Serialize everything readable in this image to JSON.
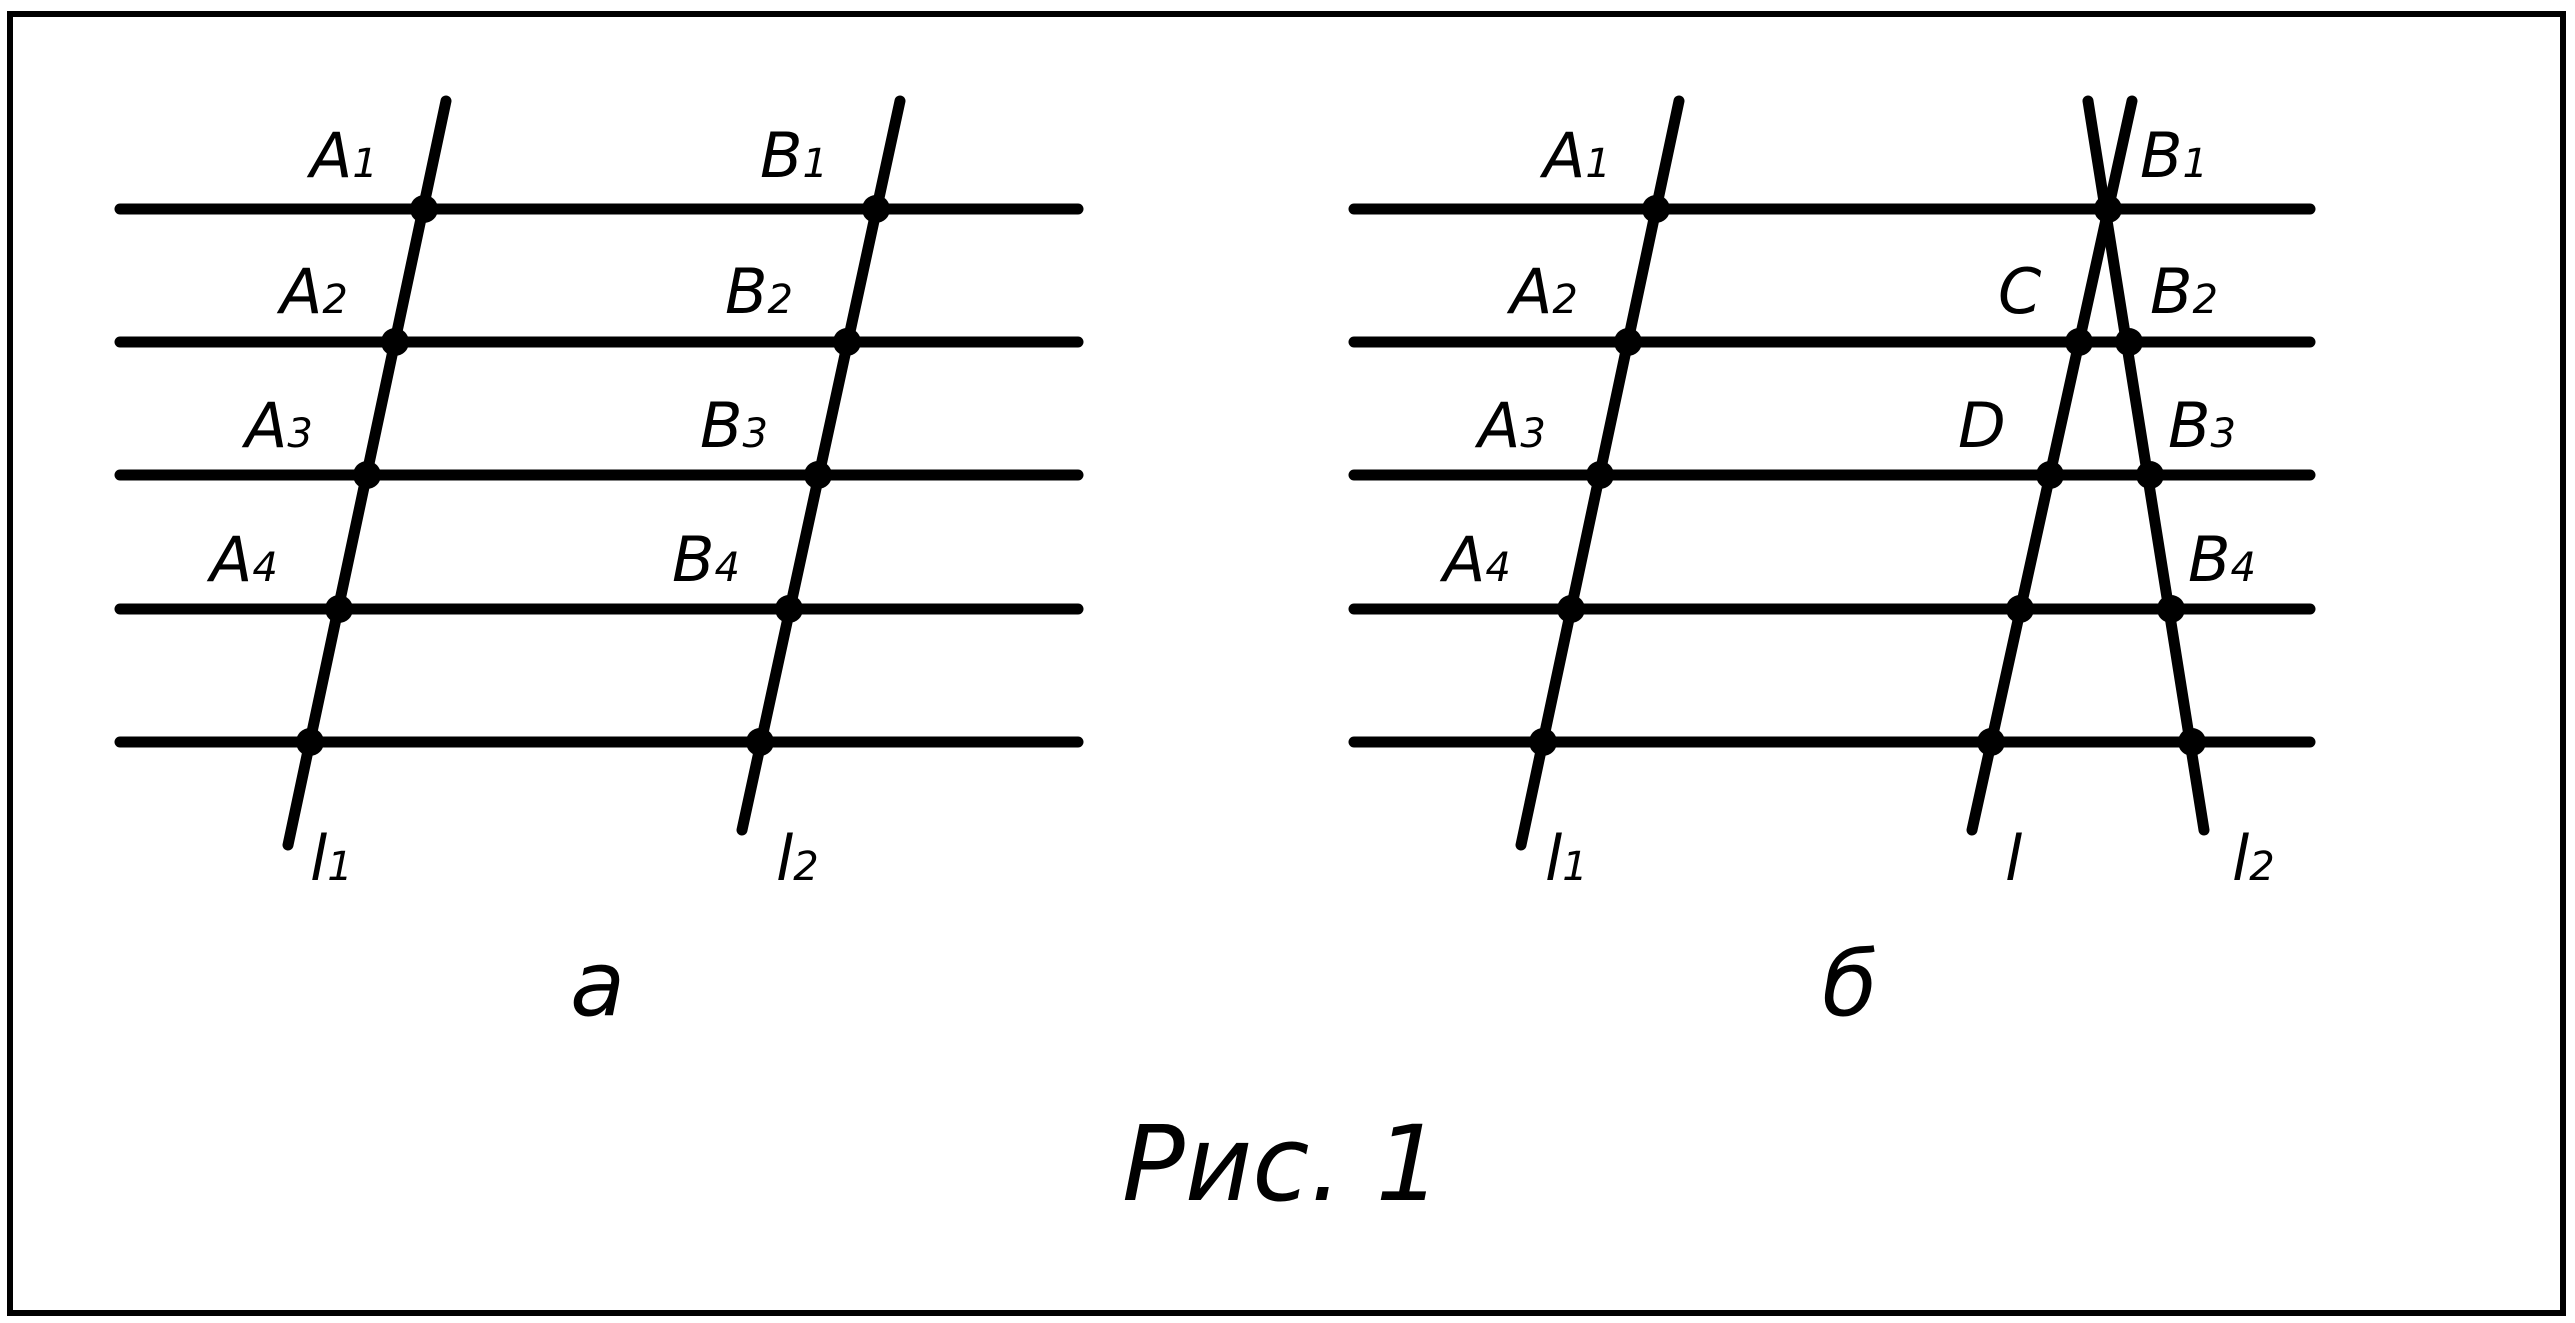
{
  "caption": "Рис. 1",
  "colors": {
    "ink": "#000000",
    "paper": "#ffffff"
  },
  "panel_a": {
    "label": "а",
    "line_1": {
      "letter": "l",
      "index": "1"
    },
    "line_2": {
      "letter": "l",
      "index": "2"
    },
    "points_a": [
      {
        "letter": "A",
        "index": "1"
      },
      {
        "letter": "A",
        "index": "2"
      },
      {
        "letter": "A",
        "index": "3"
      },
      {
        "letter": "A",
        "index": "4"
      }
    ],
    "points_b": [
      {
        "letter": "B",
        "index": "1"
      },
      {
        "letter": "B",
        "index": "2"
      },
      {
        "letter": "B",
        "index": "3"
      },
      {
        "letter": "B",
        "index": "4"
      }
    ]
  },
  "panel_b": {
    "label": "б",
    "line_1": {
      "letter": "l",
      "index": "1"
    },
    "line_mid": {
      "letter": "l"
    },
    "line_2": {
      "letter": "l",
      "index": "2"
    },
    "point_c": "C",
    "point_d": "D",
    "points_a": [
      {
        "letter": "A",
        "index": "1"
      },
      {
        "letter": "A",
        "index": "2"
      },
      {
        "letter": "A",
        "index": "3"
      },
      {
        "letter": "A",
        "index": "4"
      }
    ],
    "points_b": [
      {
        "letter": "B",
        "index": "1"
      },
      {
        "letter": "B",
        "index": "2"
      },
      {
        "letter": "B",
        "index": "3"
      },
      {
        "letter": "B",
        "index": "4"
      }
    ]
  }
}
